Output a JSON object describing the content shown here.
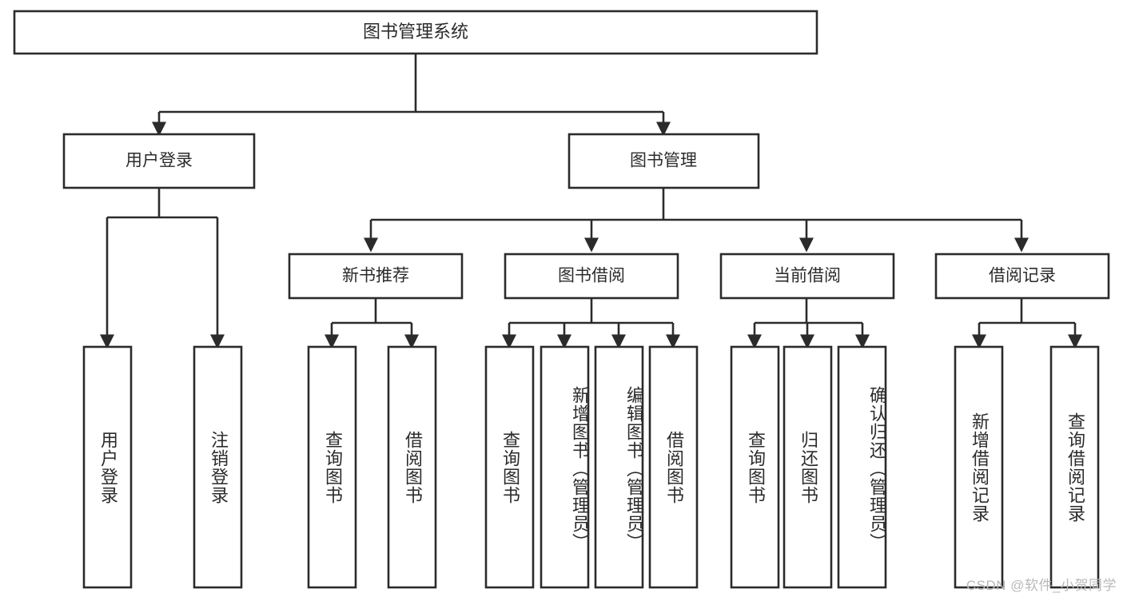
{
  "diagram": {
    "title": "图书管理系统",
    "type": "tree-hierarchy-diagram",
    "watermark": "CSDN @软件_小贺同学",
    "root": {
      "id": "root",
      "label": "图书管理系统"
    },
    "level2": [
      {
        "id": "user-login",
        "label": "用户登录"
      },
      {
        "id": "book-management",
        "label": "图书管理"
      }
    ],
    "level3": [
      {
        "id": "new-book-recommend",
        "label": "新书推荐",
        "parent": "book-management"
      },
      {
        "id": "book-borrow",
        "label": "图书借阅",
        "parent": "book-management"
      },
      {
        "id": "current-borrow",
        "label": "当前借阅",
        "parent": "book-management"
      },
      {
        "id": "borrow-record",
        "label": "借阅记录",
        "parent": "book-management"
      }
    ],
    "leaves": {
      "user-login": [
        {
          "id": "leaf-user-login",
          "label": "用户登录"
        },
        {
          "id": "leaf-logout-login",
          "label": "注销登录"
        }
      ],
      "new-book-recommend": [
        {
          "id": "leaf-query-book-1",
          "label": "查询图书"
        },
        {
          "id": "leaf-borrow-book-1",
          "label": "借阅图书"
        }
      ],
      "book-borrow": [
        {
          "id": "leaf-query-book-2",
          "label": "查询图书"
        },
        {
          "id": "leaf-add-book",
          "label": "新增图书（管理员）"
        },
        {
          "id": "leaf-edit-book",
          "label": "编辑图书（管理员）"
        },
        {
          "id": "leaf-borrow-book-2",
          "label": "借阅图书"
        }
      ],
      "current-borrow": [
        {
          "id": "leaf-query-book-3",
          "label": "查询图书"
        },
        {
          "id": "leaf-return-book",
          "label": "归还图书"
        },
        {
          "id": "leaf-confirm-return",
          "label": "确认归还（管理员）"
        }
      ],
      "borrow-record": [
        {
          "id": "leaf-add-record",
          "label": "新增借阅记录"
        },
        {
          "id": "leaf-query-record",
          "label": "查询借阅记录"
        }
      ]
    },
    "colors": {
      "stroke": "#2b2b2b",
      "fill": "#ffffff",
      "text": "#2b2b2b",
      "watermark": "#b9b9b9"
    }
  }
}
